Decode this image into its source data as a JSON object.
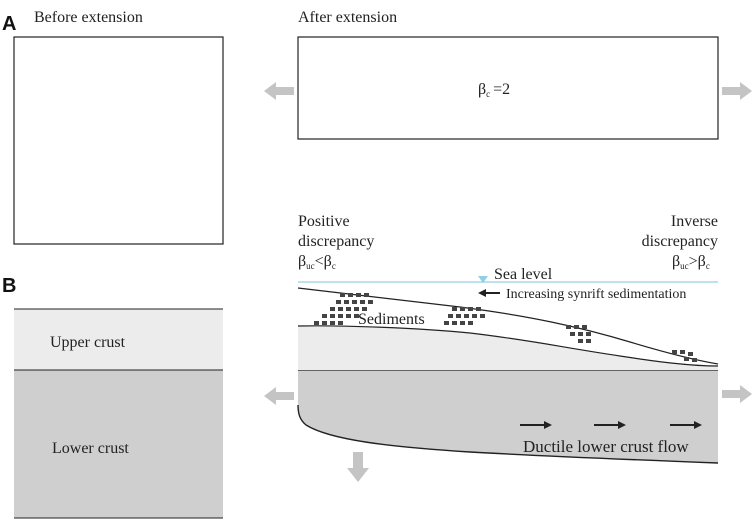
{
  "panels": {
    "a": "A",
    "b": "B"
  },
  "panel_a": {
    "before_title": "Before extension",
    "after_title": "After extension",
    "beta_symbol": "β",
    "beta_sub": "c",
    "beta_value": "=2"
  },
  "panel_b": {
    "positive_line1": "Positive",
    "positive_line2": "discrepancy",
    "positive_formula": {
      "b1": "β",
      "s1": "uc",
      "op": "<",
      "b2": "β",
      "s2": "c"
    },
    "inverse_line1": "Inverse",
    "inverse_line2": "discrepancy",
    "inverse_formula": {
      "b1": "β",
      "s1": "uc",
      "op": ">",
      "b2": "β",
      "s2": "c"
    },
    "sea_level": "Sea level",
    "sedimentation": "Increasing synrift sedimentation",
    "sediments": "Sediments",
    "upper_crust": "Upper crust",
    "lower_crust": "Lower crust",
    "flow": "Ductile lower crust flow"
  },
  "colors": {
    "arrow_gray": "#c4c4c4",
    "upper_crust": "#ececec",
    "lower_crust": "#cfcfcf",
    "sea": "#a9d8e6",
    "sediment_dots": "#444444"
  }
}
